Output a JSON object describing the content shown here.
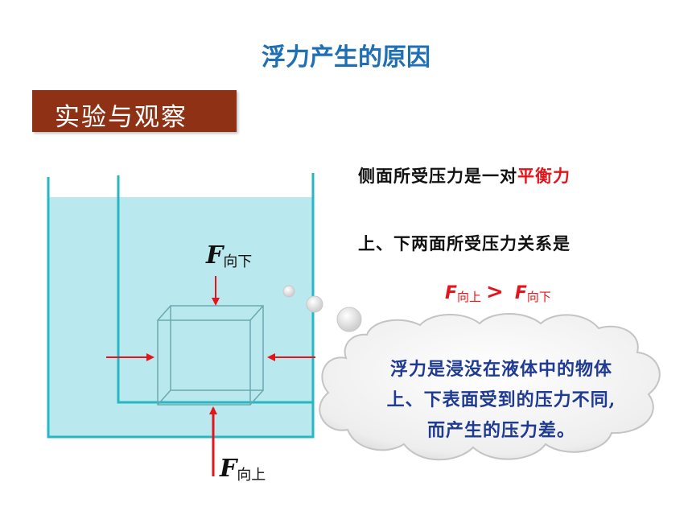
{
  "title": "浮力产生的原因",
  "banner": "实验与观察",
  "line1": {
    "prefix": "侧面所受压力是一对",
    "highlight": "平衡力"
  },
  "line2": "上、下两面所受压力关系是",
  "relation": {
    "left_symbol": "F",
    "left_sub": "向上",
    "op": ">",
    "right_symbol": "F",
    "right_sub": "向下"
  },
  "force_down": {
    "symbol": "F",
    "sub": "向下"
  },
  "force_up": {
    "symbol": "F",
    "sub": "向上"
  },
  "cloud": {
    "lines": [
      "浮力是浸没在液体中的物体",
      "上、下表面受到的压力不同,",
      "而产生的压力差。"
    ]
  },
  "colors": {
    "title": "#1f6fb5",
    "banner": "#8e3115",
    "water": "#b9e8ee",
    "wall": "#27b7c2",
    "arrow": "#e4141a",
    "cloud_text": "#1f3a93"
  }
}
